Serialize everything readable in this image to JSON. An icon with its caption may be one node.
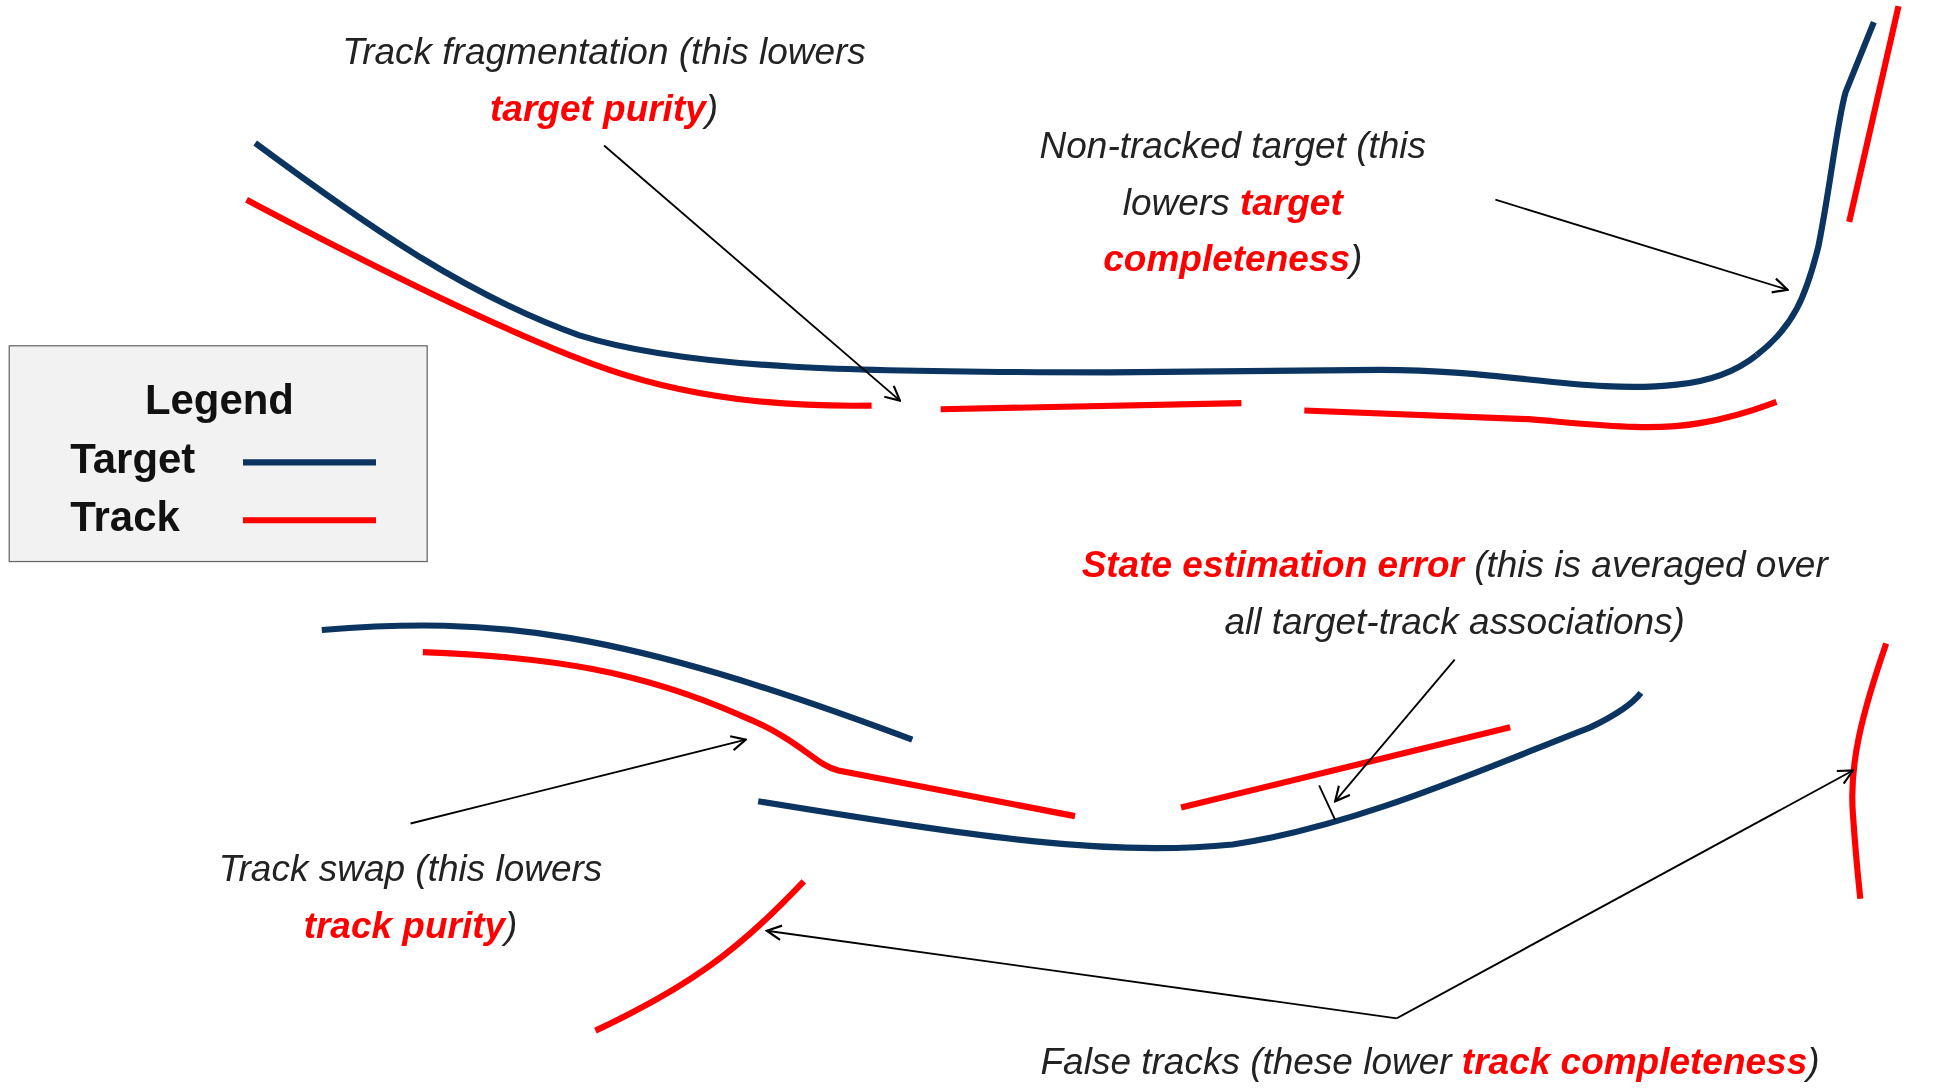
{
  "diagram": {
    "nodes": [
      {
        "text": [
          "Track fragmentation (this lowers **target purity**)"
        ]
      },
      {
        "text": [
          "Non-tracked target (this lowers **target completeness**)"
        ]
      },
      {
        "text": [],
        "shape": "line"
      },
      {
        "text": [
          "**State estimation error** (this is averaged over all target-track associations)"
        ]
      },
      {
        "text": [
          "Track swap (this lowers **track purity**)"
        ]
      },
      {
        "text": [],
        "shape": "line"
      },
      {
        "text": [
          "False tracks (these lower **track completeness**)"
        ]
      },
      {
        "text": [],
        "shape": "line"
      },
      {
        "text": [],
        "shape": "line"
      }
    ],
    "edges": [
      {
        "from": 0,
        "to": null,
        "arrow": "to"
      },
      {
        "from": 1,
        "to": 2,
        "arrow": "to"
      },
      {
        "from": 3,
        "to": null,
        "arrow": "to"
      },
      {
        "from": 4,
        "to": 5,
        "arrow": "to"
      },
      {
        "from": 6,
        "to": 7,
        "arrow": "to"
      },
      {
        "from": 6,
        "to": 8,
        "arrow": "to"
      }
    ],
    "labels": [
      "Legend"
    ],
    "legend": [
      {
        "text": "Target"
      },
      {
        "text": "Track"
      }
    ]
  }
}
